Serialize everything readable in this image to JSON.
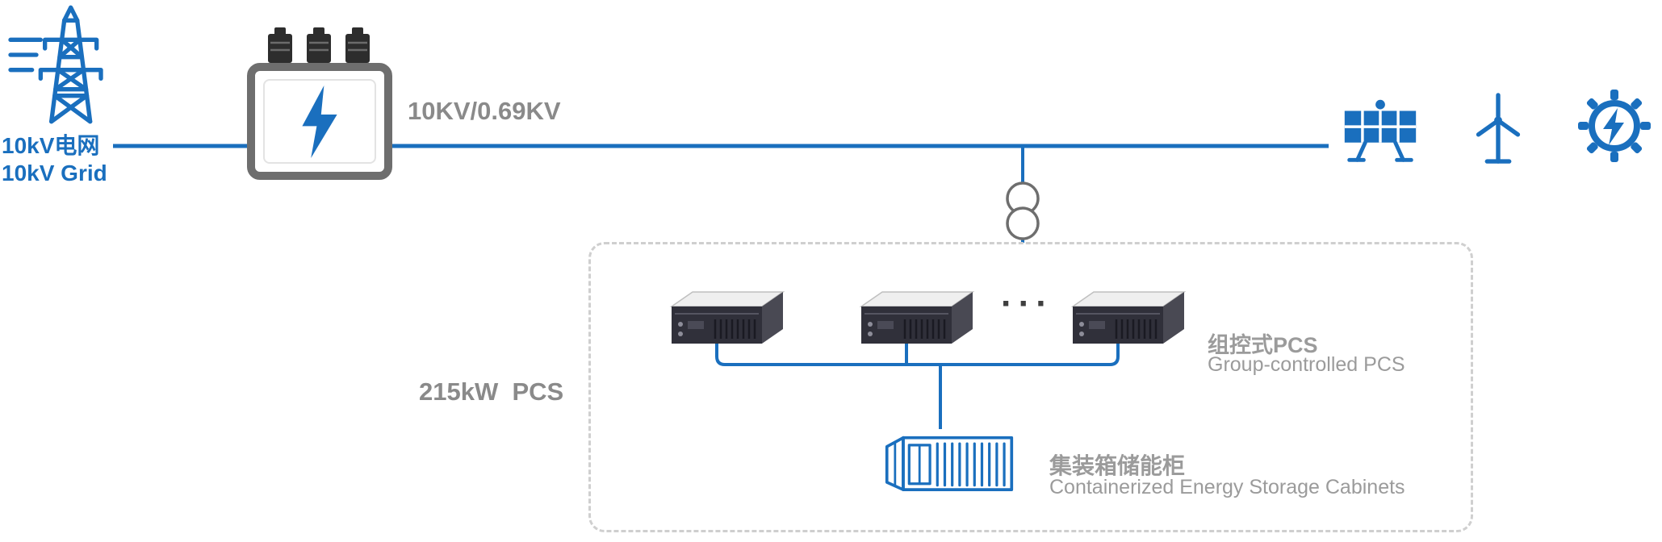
{
  "colors": {
    "accent_blue": "#1a6fbe",
    "gray_text": "#8a8a8a",
    "light_gray_text": "#9b9b9b",
    "transformer_outline": "#6e6e6e",
    "dashed_border": "#cfcfcf",
    "pcs_front_panel": "#30303a"
  },
  "grid": {
    "label_cn": "10kV电网",
    "label_en": "10kV Grid"
  },
  "transformer": {
    "ratio_label": "10KV/0.69KV"
  },
  "pcs": {
    "power_label": "215kW  PCS",
    "unit_count": 3,
    "ellipsis": "···",
    "group_label_cn": "组控式PCS",
    "group_label_en": "Group-controlled PCS"
  },
  "storage": {
    "label_cn": "集装箱储能柜",
    "label_en": "Containerized Energy Storage Cabinets"
  },
  "icons": {
    "left": "transmission-tower-icon",
    "center": "transformer-icon",
    "right": [
      "solar-panel-icon",
      "wind-turbine-icon",
      "generator-gear-icon"
    ],
    "inside_box": [
      "pcs-unit-icon",
      "container-icon"
    ],
    "line_symbol": "isolation-transformer-symbol"
  }
}
